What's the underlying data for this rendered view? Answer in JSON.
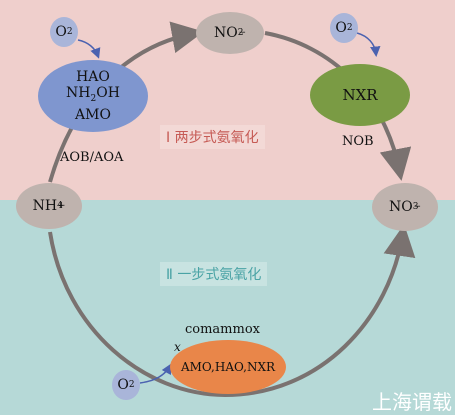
{
  "nodes": {
    "nitrite": {
      "main": "NO",
      "sub": "2",
      "sup": "−"
    },
    "ammonium": {
      "main": "NH",
      "sub": "4",
      "sup": "+"
    },
    "nitrate": {
      "main": "NO",
      "sub": "3",
      "sup": "−"
    },
    "oxygen_main": "O",
    "oxygen_sub": "2"
  },
  "aob_enzymes": {
    "line1": "HAO",
    "line2_a": "NH",
    "line2_sub": "2",
    "line2_b": "OH",
    "line3": "AMO"
  },
  "nxr_label": "NXR",
  "aob_label": "AOB/AOA",
  "nob_label": "NOB",
  "two_step_label": "Ⅰ 两步式氨氧化",
  "one_step_label": "Ⅱ 一步式氨氧化",
  "comammox_label": "comammox",
  "comammox_enzymes": "AMO,HAO,NXR",
  "x_label": "x",
  "watermark": "上海谓载",
  "colors": {
    "top_bg": "#efcfcc",
    "bottom_bg": "#b6d9d7",
    "aob_blob": "#7f96cf",
    "nxr_blob": "#7a9b44",
    "comammox_blob": "#e98649",
    "species_node": "#bfb3ae",
    "oxygen_node": "#a9b5d9",
    "arrow": "#7a7270"
  }
}
